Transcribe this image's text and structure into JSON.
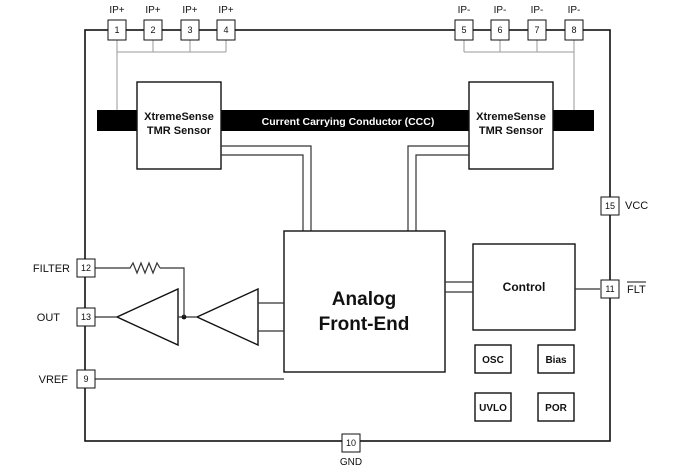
{
  "pins": {
    "p1": {
      "num": "1",
      "label": "IP+"
    },
    "p2": {
      "num": "2",
      "label": "IP+"
    },
    "p3": {
      "num": "3",
      "label": "IP+"
    },
    "p4": {
      "num": "4",
      "label": "IP+"
    },
    "p5": {
      "num": "5",
      "label": "IP-"
    },
    "p6": {
      "num": "6",
      "label": "IP-"
    },
    "p7": {
      "num": "7",
      "label": "IP-"
    },
    "p8": {
      "num": "8",
      "label": "IP-"
    },
    "p9": {
      "num": "9",
      "label": "VREF"
    },
    "p10": {
      "num": "10",
      "label": "GND"
    },
    "p11": {
      "num": "11",
      "label": "FLT"
    },
    "p12": {
      "num": "12",
      "label": "FILTER"
    },
    "p13": {
      "num": "13",
      "label": "OUT"
    },
    "p15": {
      "num": "15",
      "label": "VCC"
    }
  },
  "blocks": {
    "conductor": "Current Carrying Conductor (CCC)",
    "sensor_left": {
      "line1": "XtremeSense",
      "line2": "TMR Sensor"
    },
    "sensor_right": {
      "line1": "XtremeSense",
      "line2": "TMR Sensor"
    },
    "afe": {
      "line1": "Analog",
      "line2": "Front-End"
    },
    "control": "Control",
    "osc": "OSC",
    "bias": "Bias",
    "uvlo": "UVLO",
    "por": "POR"
  }
}
